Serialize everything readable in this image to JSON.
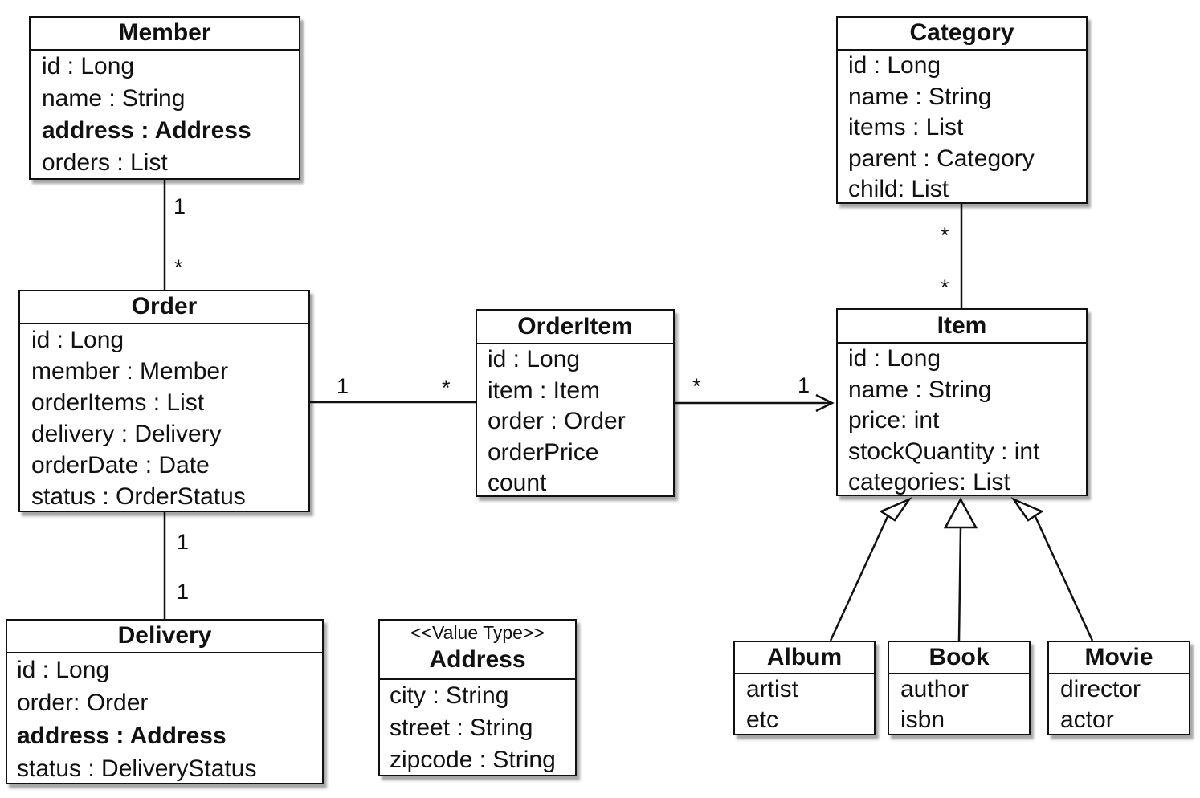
{
  "classes": {
    "member": {
      "title": "Member",
      "attributes": [
        {
          "text": "id : Long"
        },
        {
          "text": "name : String"
        },
        {
          "text": "address : Address",
          "bold": true
        },
        {
          "text": "orders : List"
        }
      ]
    },
    "order": {
      "title": "Order",
      "attributes": [
        {
          "text": "id : Long"
        },
        {
          "text": "member : Member"
        },
        {
          "text": "orderItems : List"
        },
        {
          "text": "delivery : Delivery"
        },
        {
          "text": "orderDate : Date"
        },
        {
          "text": "status : OrderStatus"
        }
      ]
    },
    "delivery": {
      "title": "Delivery",
      "attributes": [
        {
          "text": "id : Long"
        },
        {
          "text": "order: Order"
        },
        {
          "text": "address : Address",
          "bold": true
        },
        {
          "text": "status : DeliveryStatus"
        }
      ]
    },
    "address": {
      "stereotype": "<<Value Type>>",
      "title": "Address",
      "attributes": [
        {
          "text": "city : String"
        },
        {
          "text": "street : String"
        },
        {
          "text": "zipcode : String"
        }
      ]
    },
    "order_item": {
      "title": "OrderItem",
      "attributes": [
        {
          "text": "id : Long"
        },
        {
          "text": "item : Item"
        },
        {
          "text": "order : Order"
        },
        {
          "text": "orderPrice"
        },
        {
          "text": "count"
        }
      ]
    },
    "category": {
      "title": "Category",
      "attributes": [
        {
          "text": "id : Long"
        },
        {
          "text": "name : String"
        },
        {
          "text": "items : List"
        },
        {
          "text": "parent : Category"
        },
        {
          "text": "child: List"
        }
      ]
    },
    "item": {
      "title": "Item",
      "attributes": [
        {
          "text": "id : Long"
        },
        {
          "text": "name : String"
        },
        {
          "text": "price: int"
        },
        {
          "text": "stockQuantity : int"
        },
        {
          "text": "categories: List"
        }
      ]
    },
    "album": {
      "title": "Album",
      "attributes": [
        {
          "text": "artist"
        },
        {
          "text": "etc"
        }
      ]
    },
    "book": {
      "title": "Book",
      "attributes": [
        {
          "text": "author"
        },
        {
          "text": "isbn"
        }
      ]
    },
    "movie": {
      "title": "Movie",
      "attributes": [
        {
          "text": "director"
        },
        {
          "text": "actor"
        }
      ]
    }
  },
  "associations": [
    {
      "from": "member",
      "to": "order",
      "from_multiplicity": "1",
      "to_multiplicity": "*",
      "navigable_end": "none"
    },
    {
      "from": "order",
      "to": "delivery",
      "from_multiplicity": "1",
      "to_multiplicity": "1",
      "navigable_end": "none"
    },
    {
      "from": "order",
      "to": "order_item",
      "from_multiplicity": "1",
      "to_multiplicity": "*",
      "navigable_end": "none"
    },
    {
      "from": "order_item",
      "to": "item",
      "from_multiplicity": "*",
      "to_multiplicity": "1",
      "navigable_end": "to"
    },
    {
      "from": "category",
      "to": "item",
      "from_multiplicity": "*",
      "to_multiplicity": "*",
      "navigable_end": "none"
    }
  ],
  "generalizations": [
    {
      "child": "album",
      "parent": "item"
    },
    {
      "child": "book",
      "parent": "item"
    },
    {
      "child": "movie",
      "parent": "item"
    }
  ]
}
